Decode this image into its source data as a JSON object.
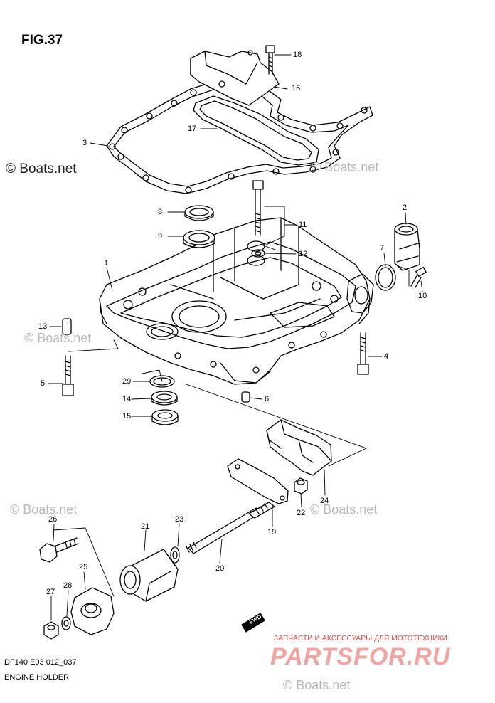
{
  "figure": {
    "id": "FIG.37",
    "code": "DF140 E03 012_037",
    "title": "ENGINE HOLDER"
  },
  "watermarks": [
    "© Boats.net",
    "© Boats.net",
    "© Boats.net",
    "© Boats.net",
    "© Boats.net",
    "© Boats.net"
  ],
  "promo": {
    "text": "ЗАПЧАСТИ И АКСЕССУАРЫ ДЛЯ МОТОТЕХНИКИ",
    "brand": "PARTSFOR.RU"
  },
  "direction_badge": "FWD",
  "callouts": [
    "18",
    "16",
    "17",
    "3",
    "8",
    "11",
    "9",
    "12",
    "2",
    "7",
    "10",
    "1",
    "13",
    "4",
    "5",
    "29",
    "6",
    "14",
    "15",
    "24",
    "22",
    "19",
    "26",
    "23",
    "21",
    "20",
    "25",
    "27",
    "28"
  ],
  "colors": {
    "line": "#000000",
    "watermark": "#b9b9b9",
    "brand_red": "#e3473f",
    "brand_pink": "#f0a5a0"
  }
}
